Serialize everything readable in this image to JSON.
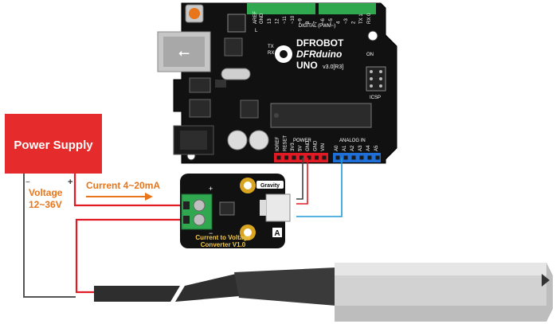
{
  "power_supply": {
    "label": "Power Supply",
    "minus": "−",
    "plus": "+",
    "voltage_label": "Voltage",
    "voltage_range": "12~36V",
    "color": "#e52b2b"
  },
  "current_label": "Current  4~20mA",
  "arduino": {
    "brand": "DFROBOT",
    "model": "DFRduino",
    "version_main": "UNO",
    "version_sub": "v3.0[R3]",
    "aref": "AREF",
    "gnd_top": "GND",
    "digital_label": "DIGITAL (PWM~)",
    "tx": "TX",
    "rx": "RX",
    "on": "ON",
    "icsp": "ICSP",
    "l": "L",
    "power_header": "POWER",
    "analog_header": "ANALOG IN",
    "power_pins": [
      "IOREF",
      "RESET",
      "3V3",
      "5V",
      "GND",
      "GND",
      "VIN"
    ],
    "analog_pins": [
      "A0",
      "A1",
      "A2",
      "A3",
      "A4",
      "A5"
    ],
    "digital_pins": [
      "13",
      "12",
      "~11",
      "~10",
      "~9",
      "8",
      "7",
      "~6",
      "~5",
      "4",
      "~3",
      "2",
      "TX 1",
      "RX 0"
    ]
  },
  "converter": {
    "gravity": "Gravity",
    "plus": "+",
    "minus": "−",
    "title_line1": "Current to Voltage",
    "title_line2": "Converter V1.0",
    "logo": "A"
  },
  "colors": {
    "red_wire": "#e01b24",
    "blue_wire": "#1e9bd7",
    "gray_wire": "#555555",
    "orange_text": "#e8751a",
    "board_black": "#111111",
    "terminal_green": "#2fa84f"
  }
}
